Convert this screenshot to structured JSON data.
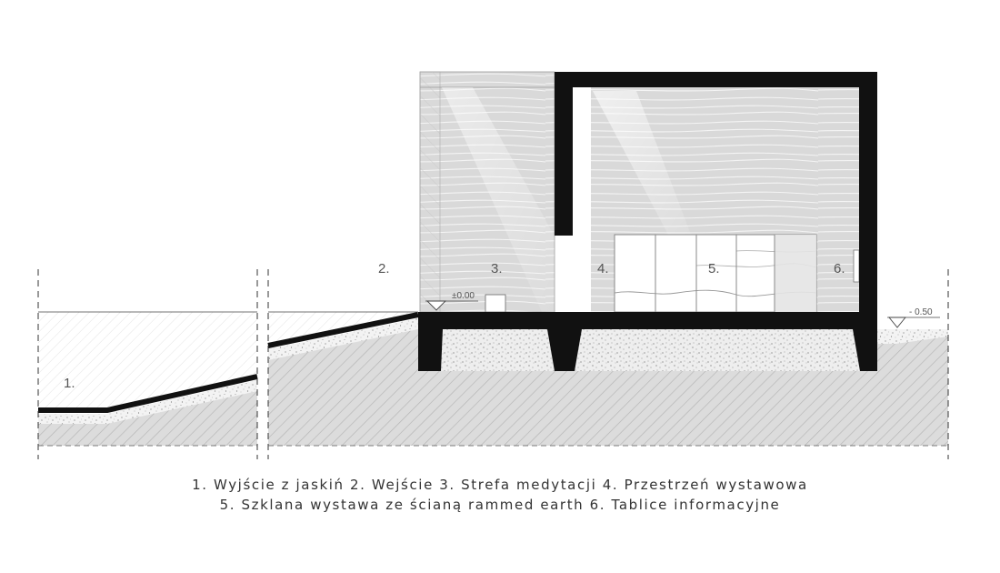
{
  "labels": {
    "exit_caves": "1.",
    "entrance": "2.",
    "meditation": "3.",
    "exhibition": "4.",
    "glass_exhibit": "5.",
    "info_boards": "6."
  },
  "levels": {
    "zero": "±0.00",
    "minus": "- 0.50"
  },
  "caption": {
    "line1": "1. Wyjście z jaskiń 2. Wejście 3. Strefa medytacji 4. Przestrzeń wystawowa",
    "line2": "5. Szklana wystawa ze ścianą rammed earth 6. Tablice informacyjne"
  }
}
